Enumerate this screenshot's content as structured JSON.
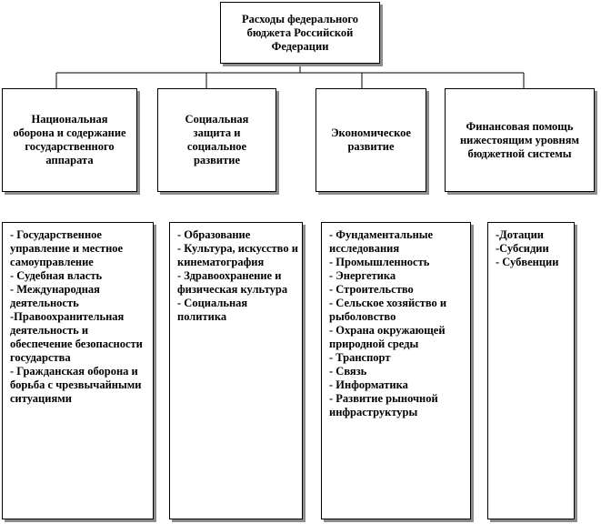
{
  "root": {
    "label": "Расходы федерального бюджета Российской Федерации"
  },
  "categories": [
    {
      "title": "Национальная оборона и содержание государственного аппарата",
      "items": [
        "- Государственное управление и местное самоуправление",
        "- Судебная власть",
        "- Международная деятельность",
        "-Правоохранительная деятельность и обеспечение безопасности государства",
        "- Гражданская оборона и борьба с чрезвычайными ситуациями"
      ]
    },
    {
      "title": "Социальная защита и социальное развитие",
      "items": [
        "- Образование",
        "- Культура, искусство и кинематография",
        "- Здравоохранение и физическая культура",
        "- Социальная политика"
      ]
    },
    {
      "title": "Экономическое развитие",
      "items": [
        "- Фундаментальные исследования",
        "- Промышленность",
        "- Энергетика",
        "- Строительство",
        "- Сельское хозяйство и рыболовство",
        "- Охрана окружающей природной среды",
        "- Транспорт",
        "- Связь",
        "- Информатика",
        "- Развитие рыночной инфраструктуры"
      ]
    },
    {
      "title": "Финансовая помощь нижестоящим уровням бюджетной системы",
      "items": [
        "-Дотации",
        "-Субсидии",
        "- Субвенции"
      ]
    }
  ]
}
